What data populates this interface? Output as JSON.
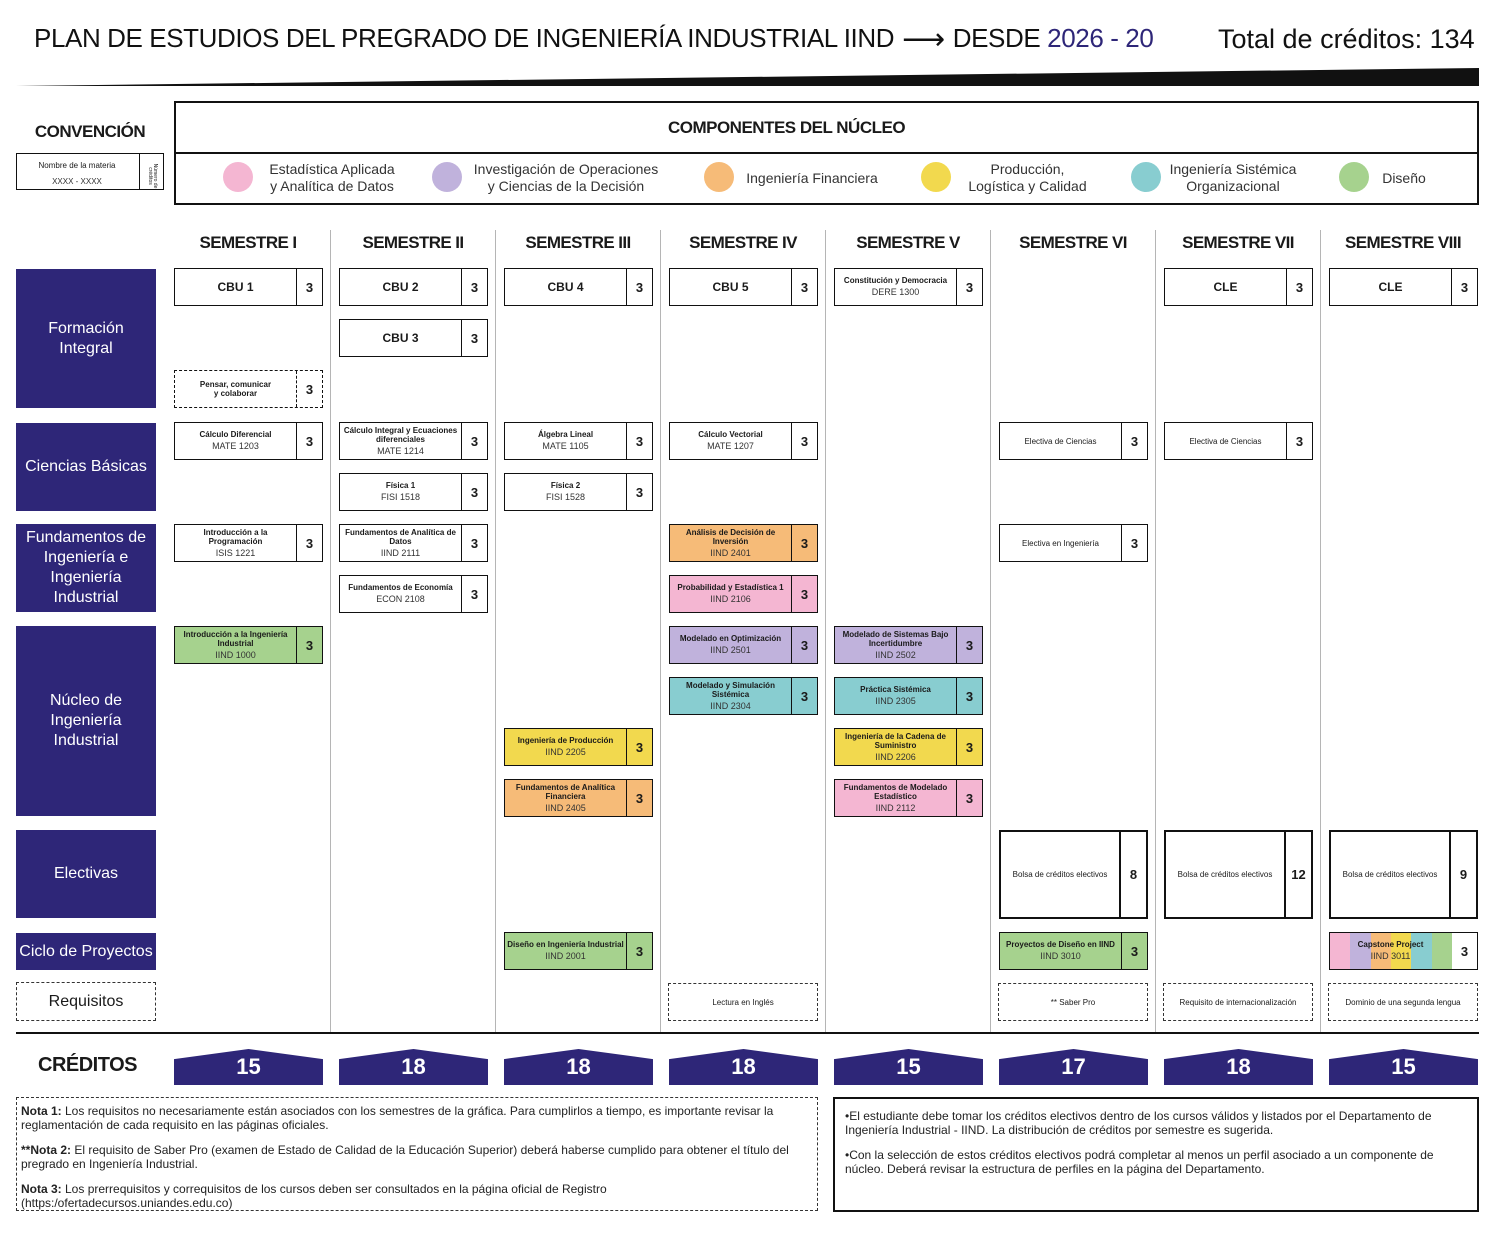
{
  "header": {
    "title": "PLAN DE ESTUDIOS DEL PREGRADO DE INGENIERÍA INDUSTRIAL IIND",
    "desde_label": "DESDE",
    "year": "2026 - 20",
    "total": "Total de créditos: 134"
  },
  "convention": {
    "title": "CONVENCIÓN",
    "name_label": "Nombre de la materia",
    "code_label": "XXXX - XXXX",
    "credits_label": "Número de créditos"
  },
  "components": {
    "title": "COMPONENTES DEL NÚCLEO",
    "items": [
      {
        "label": "Estadística Aplicada\ny Analítica de Datos",
        "color": "#f4b6d2"
      },
      {
        "label": "Investigación de Operaciones\ny Ciencias de la Decisión",
        "color": "#c0b2dc"
      },
      {
        "label": "Ingeniería Financiera",
        "color": "#f6bb78"
      },
      {
        "label": "Producción,\nLogística y Calidad",
        "color": "#f2d94e"
      },
      {
        "label": "Ingeniería Sistémica\nOrganizacional",
        "color": "#88cdd0"
      },
      {
        "label": "Diseño",
        "color": "#a6d28e"
      }
    ]
  },
  "semesters": [
    "SEMESTRE I",
    "SEMESTRE II",
    "SEMESTRE III",
    "SEMESTRE IV",
    "SEMESTRE V",
    "SEMESTRE VI",
    "SEMESTRE VII",
    "SEMESTRE VIII"
  ],
  "categories": [
    {
      "label": "Formación\nIntegral"
    },
    {
      "label": "Ciencias Básicas"
    },
    {
      "label": "Fundamentos de\nIngeniería e\nIngeniería Industrial"
    },
    {
      "label": "Núcleo de\nIngeniería\nIndustrial"
    },
    {
      "label": "Electivas"
    },
    {
      "label": "Ciclo de Proyectos"
    }
  ],
  "requirements_label": "Requisitos",
  "courses": [
    {
      "sem": 0,
      "slot": 0,
      "name": "CBU 1",
      "code": "",
      "credits": "3",
      "color": "",
      "style": "big"
    },
    {
      "sem": 1,
      "slot": 0,
      "name": "CBU 2",
      "code": "",
      "credits": "3",
      "color": "",
      "style": "big"
    },
    {
      "sem": 1,
      "slot": 1,
      "name": "CBU 3",
      "code": "",
      "credits": "3",
      "color": "",
      "style": "big"
    },
    {
      "sem": 2,
      "slot": 0,
      "name": "CBU 4",
      "code": "",
      "credits": "3",
      "color": "",
      "style": "big"
    },
    {
      "sem": 3,
      "slot": 0,
      "name": "CBU 5",
      "code": "",
      "credits": "3",
      "color": "",
      "style": "big"
    },
    {
      "sem": 4,
      "slot": 0,
      "name": "Constitución y Democracia",
      "code": "DERE 1300",
      "credits": "3",
      "color": ""
    },
    {
      "sem": 6,
      "slot": 0,
      "name": "CLE",
      "code": "",
      "credits": "3",
      "color": "",
      "style": "big"
    },
    {
      "sem": 7,
      "slot": 0,
      "name": "CLE",
      "code": "",
      "credits": "3",
      "color": "",
      "style": "big"
    },
    {
      "sem": 0,
      "slot": 2,
      "name": "Pensar, comunicar\ny colaborar",
      "code": "",
      "credits": "3",
      "color": "",
      "style": "dashed"
    },
    {
      "sem": 0,
      "slot": 3,
      "name": "Cálculo Diferencial",
      "code": "MATE 1203",
      "credits": "3",
      "color": ""
    },
    {
      "sem": 1,
      "slot": 3,
      "name": "Cálculo Integral y Ecuaciones diferenciales",
      "code": "MATE 1214",
      "credits": "3",
      "color": ""
    },
    {
      "sem": 2,
      "slot": 3,
      "name": "Álgebra Lineal",
      "code": "MATE 1105",
      "credits": "3",
      "color": ""
    },
    {
      "sem": 3,
      "slot": 3,
      "name": "Cálculo Vectorial",
      "code": "MATE 1207",
      "credits": "3",
      "color": ""
    },
    {
      "sem": 5,
      "slot": 3,
      "name": "Electiva de Ciencias",
      "code": "",
      "credits": "3",
      "color": ""
    },
    {
      "sem": 6,
      "slot": 3,
      "name": "Electiva de Ciencias",
      "code": "",
      "credits": "3",
      "color": ""
    },
    {
      "sem": 1,
      "slot": 4,
      "name": "Física 1",
      "code": "FISI 1518",
      "credits": "3",
      "color": ""
    },
    {
      "sem": 2,
      "slot": 4,
      "name": "Física 2",
      "code": "FISI 1528",
      "credits": "3",
      "color": ""
    },
    {
      "sem": 0,
      "slot": 5,
      "name": "Introducción a la Programación",
      "code": "ISIS 1221",
      "credits": "3",
      "color": ""
    },
    {
      "sem": 1,
      "slot": 5,
      "name": "Fundamentos de Analítica de Datos",
      "code": "IIND 2111",
      "credits": "3",
      "color": ""
    },
    {
      "sem": 3,
      "slot": 5,
      "name": "Análisis de Decisión de Inversión",
      "code": "IIND 2401",
      "credits": "3",
      "color": "#f6bb78"
    },
    {
      "sem": 5,
      "slot": 5,
      "name": "Electiva en Ingeniería",
      "code": "",
      "credits": "3",
      "color": ""
    },
    {
      "sem": 1,
      "slot": 6,
      "name": "Fundamentos de Economía",
      "code": "ECON 2108",
      "credits": "3",
      "color": ""
    },
    {
      "sem": 3,
      "slot": 6,
      "name": "Probabilidad y Estadística 1",
      "code": "IIND 2106",
      "credits": "3",
      "color": "#f4b6d2"
    },
    {
      "sem": 0,
      "slot": 7,
      "name": "Introducción a la Ingeniería Industrial",
      "code": "IIND 1000",
      "credits": "3",
      "color": "#a6d28e"
    },
    {
      "sem": 3,
      "slot": 7,
      "name": "Modelado en Optimización",
      "code": "IIND 2501",
      "credits": "3",
      "color": "#c0b2dc"
    },
    {
      "sem": 4,
      "slot": 7,
      "name": "Modelado de Sistemas Bajo Incertidumbre",
      "code": "IIND 2502",
      "credits": "3",
      "color": "#c0b2dc"
    },
    {
      "sem": 3,
      "slot": 8,
      "name": "Modelado y Simulación Sistémica",
      "code": "IIND 2304",
      "credits": "3",
      "color": "#88cdd0"
    },
    {
      "sem": 4,
      "slot": 8,
      "name": "Práctica Sistémica",
      "code": "IIND 2305",
      "credits": "3",
      "color": "#88cdd0"
    },
    {
      "sem": 2,
      "slot": 9,
      "name": "Ingeniería de Producción",
      "code": "IIND 2205",
      "credits": "3",
      "color": "#f2d94e"
    },
    {
      "sem": 4,
      "slot": 9,
      "name": "Ingeniería de la Cadena de Suministro",
      "code": "IIND 2206",
      "credits": "3",
      "color": "#f2d94e"
    },
    {
      "sem": 2,
      "slot": 10,
      "name": "Fundamentos de Analítica Financiera",
      "code": "IIND 2405",
      "credits": "3",
      "color": "#f6bb78"
    },
    {
      "sem": 4,
      "slot": 10,
      "name": "Fundamentos de Modelado Estadístico",
      "code": "IIND 2112",
      "credits": "3",
      "color": "#f4b6d2"
    },
    {
      "sem": 5,
      "slot": 11,
      "name": "Bolsa de créditos electivos",
      "code": "",
      "credits": "8",
      "color": "",
      "style": "thick"
    },
    {
      "sem": 6,
      "slot": 11,
      "name": "Bolsa de créditos electivos",
      "code": "",
      "credits": "12",
      "color": "",
      "style": "thick"
    },
    {
      "sem": 7,
      "slot": 11,
      "name": "Bolsa de créditos electivos",
      "code": "",
      "credits": "9",
      "color": "",
      "style": "thick"
    },
    {
      "sem": 2,
      "slot": 12,
      "name": "Diseño en Ingeniería Industrial",
      "code": "IIND 2001",
      "credits": "3",
      "color": "#a6d28e"
    },
    {
      "sem": 5,
      "slot": 12,
      "name": "Proyectos de Diseño en IIND",
      "code": "IIND 3010",
      "credits": "3",
      "color": "#a6d28e"
    },
    {
      "sem": 7,
      "slot": 12,
      "name": "Capstone Project",
      "code": "IIND 3011",
      "credits": "3",
      "color": "#a6d28e",
      "style": "capstone"
    }
  ],
  "requirements": [
    {
      "sem": 3,
      "label": "Lectura en Inglés"
    },
    {
      "sem": 5,
      "label": "** Saber Pro"
    },
    {
      "sem": 6,
      "label": "Requisito de internacionalización"
    },
    {
      "sem": 7,
      "label": "Dominio de una segunda lengua"
    }
  ],
  "credits": {
    "title": "CRÉDITOS",
    "values": [
      "15",
      "18",
      "18",
      "18",
      "15",
      "17",
      "18",
      "15"
    ]
  },
  "notes_left": [
    {
      "bold": "Nota 1:",
      "text": " Los requisitos no necesariamente están asociados con los semestres de la gráfica. Para cumplirlos a tiempo, es importante revisar la reglamentación de cada requisito en las páginas oficiales."
    },
    {
      "bold": "**Nota 2:",
      "text": " El requisito de Saber Pro (examen de Estado de Calidad de la Educación Superior) deberá haberse cumplido para obtener el título del pregrado en Ingeniería Industrial."
    },
    {
      "bold": "Nota 3:",
      "text": " Los prerrequisitos y correquisitos de los cursos deben ser consultados en la página oficial de Registro (https:/ofertadecursos.uniandes.edu.co)"
    }
  ],
  "notes_right": [
    "•El estudiante debe tomar los créditos electivos dentro de los cursos válidos y listados por el Departamento de Ingeniería Industrial - IIND. La distribución de créditos por semestre es sugerida.",
    "•Con la selección de estos créditos electivos podrá completar al menos un perfil asociado a un componente de núcleo. Deberá revisar la estructura de perfiles en la página del Departamento."
  ]
}
